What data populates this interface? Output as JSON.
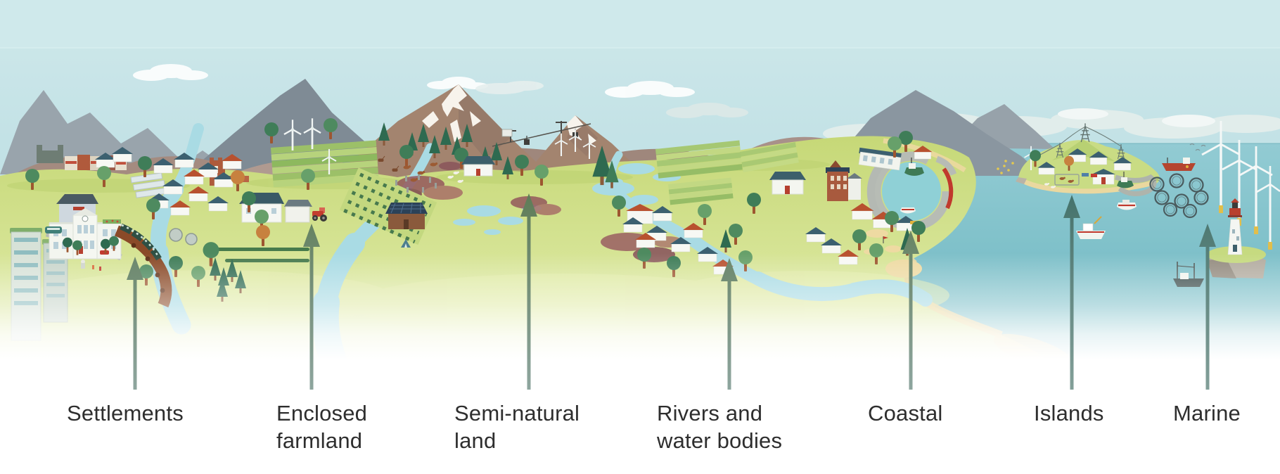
{
  "diagram": {
    "labels": [
      {
        "id": "settlements",
        "text": "Settlements",
        "arrow": "up",
        "arrow_color_group": "land"
      },
      {
        "id": "enclosed-farmland",
        "text": "Enclosed\nfarmland",
        "arrow": "up",
        "arrow_color_group": "land"
      },
      {
        "id": "semi-natural-land",
        "text": "Semi-natural\nland",
        "arrow": "up",
        "arrow_color_group": "land"
      },
      {
        "id": "rivers-and-water-bodies",
        "text": "Rivers and\nwater bodies",
        "arrow": "up",
        "arrow_color_group": "land"
      },
      {
        "id": "coastal",
        "text": "Coastal",
        "arrow": "up",
        "arrow_color_group": "land"
      },
      {
        "id": "islands",
        "text": "Islands",
        "arrow": "up",
        "arrow_color_group": "sea"
      },
      {
        "id": "marine",
        "text": "Marine",
        "arrow": "up",
        "arrow_color_group": "sea"
      }
    ],
    "colors": {
      "sky": "#c3e2e6",
      "sea": "#82c2cb",
      "land_green": "#cfe08a",
      "river_blue": "#a9dbe4",
      "mountain_grey": "#8b97a1",
      "mountain_brown": "#a3846f",
      "hill_mauve": "#a48b80",
      "snow": "#f6f2ea",
      "sand": "#eedaa2",
      "moorland": "#94575c",
      "arrow_land": "#5f7d53",
      "arrow_sea": "#41706a",
      "label_text": "#2e2e2e"
    }
  }
}
